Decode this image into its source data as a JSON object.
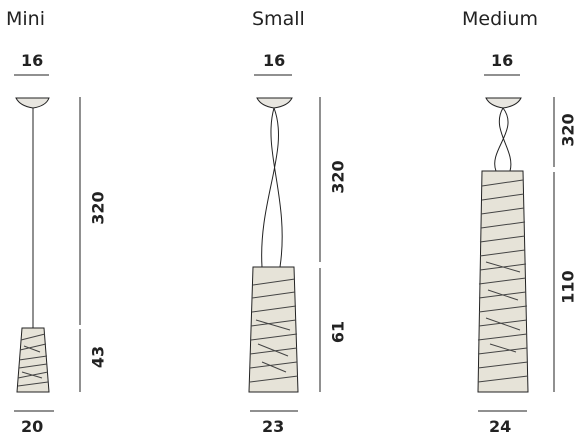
{
  "lamps": [
    {
      "name": "Mini",
      "canopy_width": "16",
      "cable_length": "320",
      "shade_height": "43",
      "shade_width": "20"
    },
    {
      "name": "Small",
      "canopy_width": "16",
      "cable_length": "320",
      "shade_height": "61",
      "shade_width": "23"
    },
    {
      "name": "Medium",
      "canopy_width": "16",
      "cable_length": "320",
      "shade_height": "110",
      "shade_width": "24"
    }
  ]
}
